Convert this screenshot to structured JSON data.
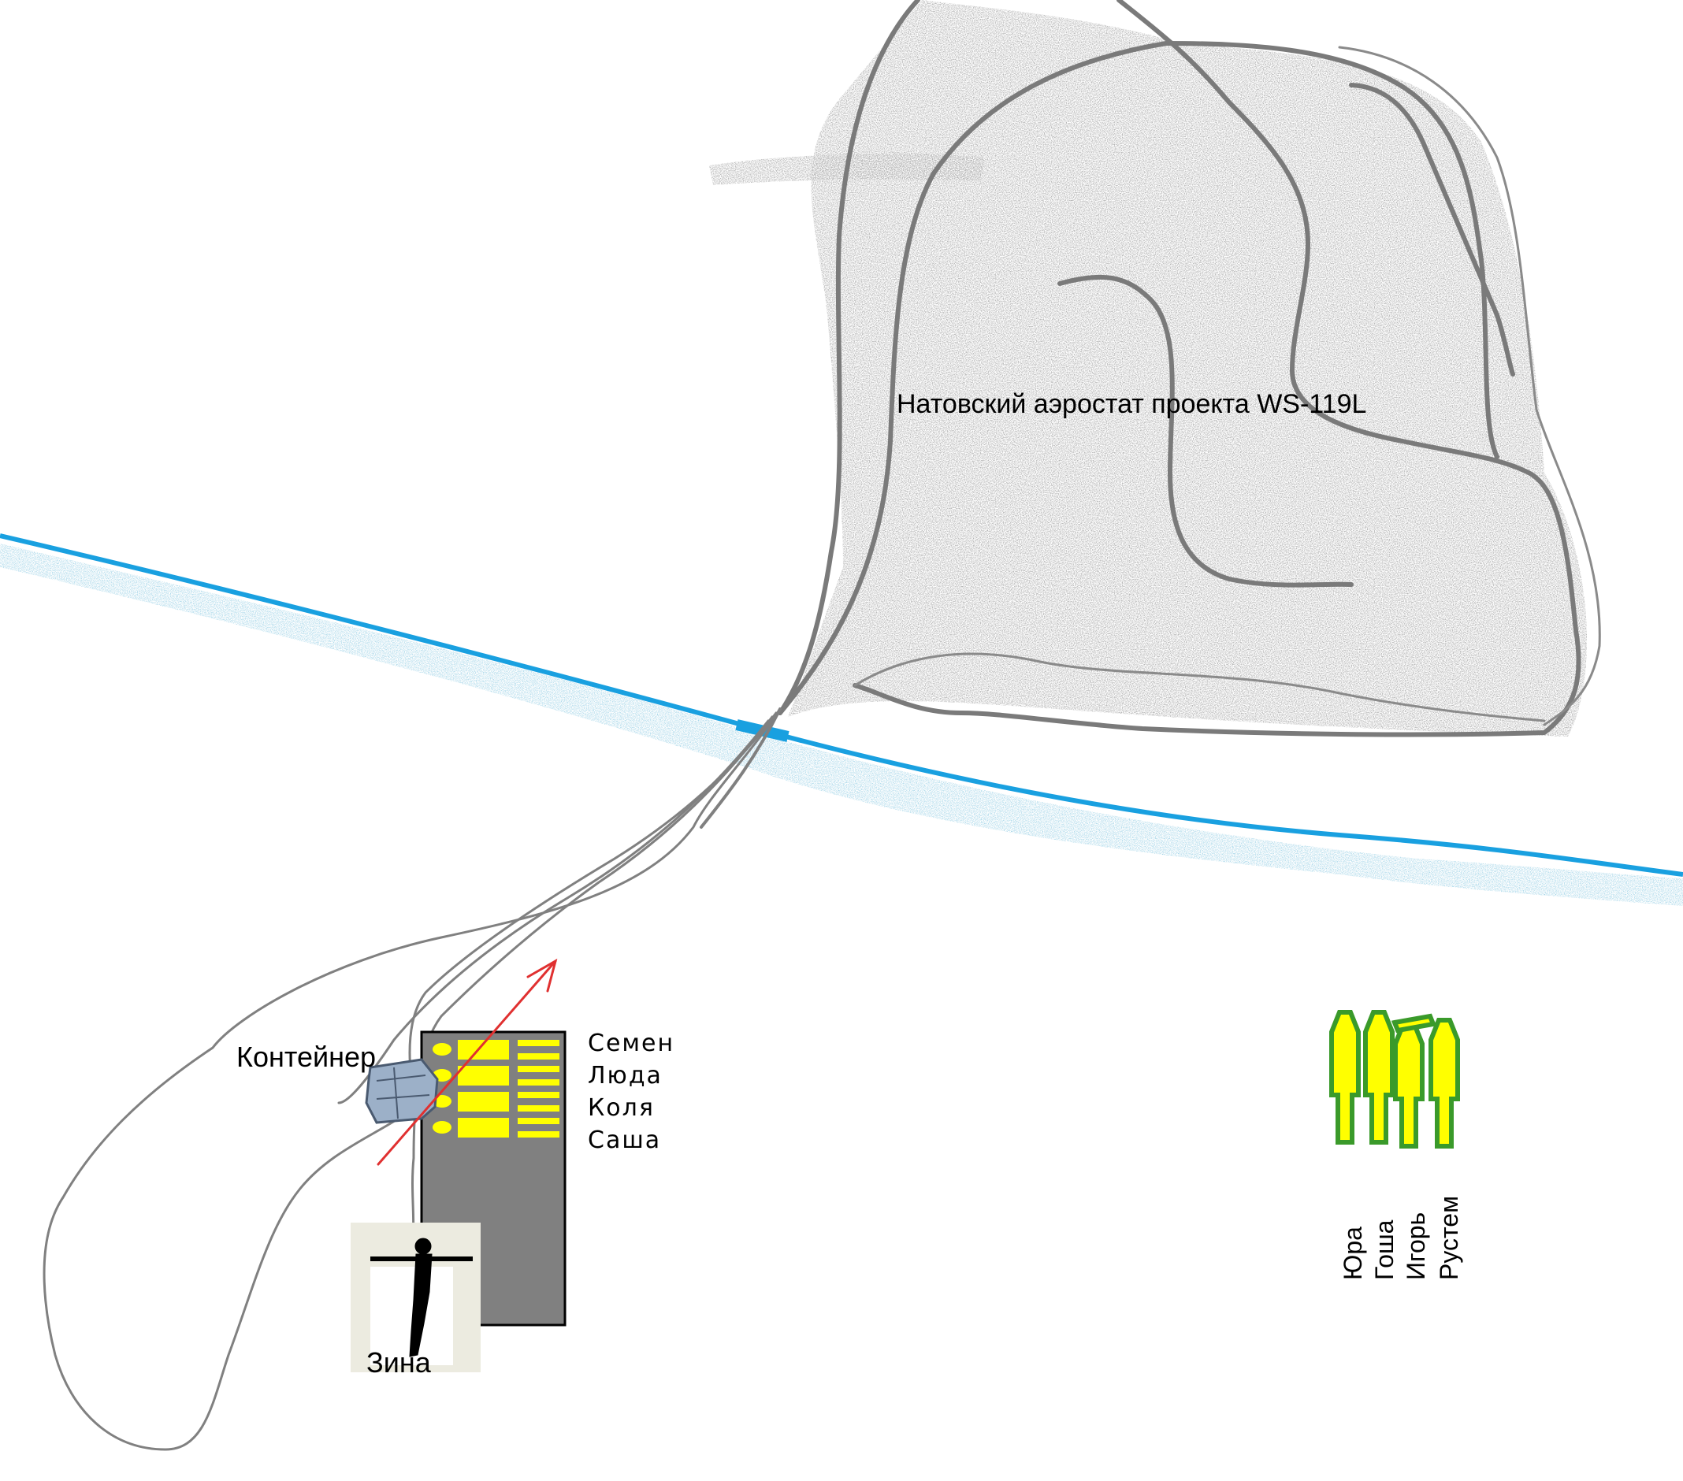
{
  "balloon": {
    "label": "Натовский аэростат проекта  WS-119L",
    "outline_color": "#7a7a7a",
    "fill_color": "#c8c8c8"
  },
  "river": {
    "color": "#19a0e0"
  },
  "container": {
    "label": "Контейнер"
  },
  "left_group": {
    "names": [
      "Семен",
      "Люда",
      "Коля",
      "Саша"
    ],
    "panel_color": "#808080",
    "bed_color": "#ffff00"
  },
  "right_group": {
    "names": [
      "Юра",
      "Гоша",
      "Игорь",
      "Рустем"
    ],
    "figure_fill": "#ffff00",
    "figure_outline": "#3a9a2a"
  },
  "person": {
    "label": "Зина"
  },
  "arrow": {
    "color": "#e03030"
  }
}
